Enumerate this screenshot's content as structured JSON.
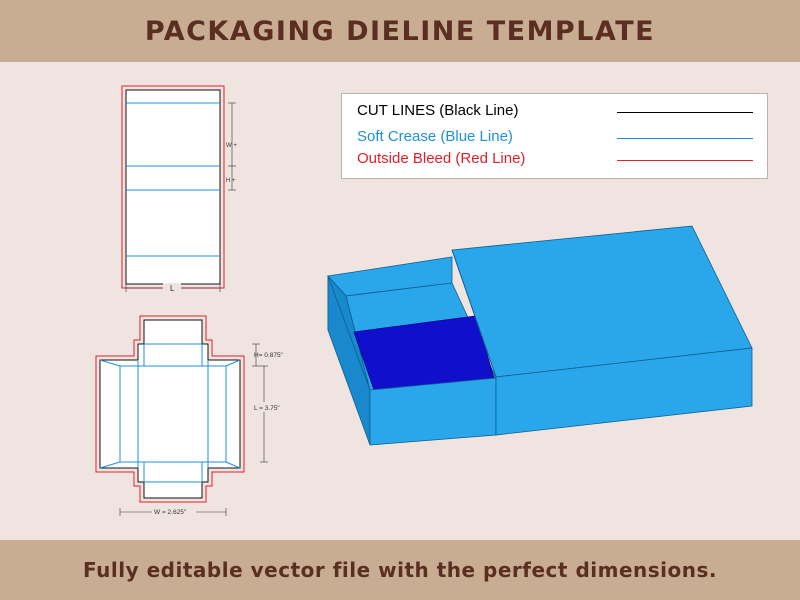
{
  "header": {
    "title": "PACKAGING DIELINE TEMPLATE"
  },
  "footer": {
    "text": "Fully editable vector file with the perfect dimensions."
  },
  "legend": {
    "items": [
      {
        "label": "CUT LINES (Black Line)",
        "color": "#000000"
      },
      {
        "label": "Soft Crease (Blue Line)",
        "color": "#1e90d8"
      },
      {
        "label": "Outside Bleed (Red Line)",
        "color": "#e0202a"
      }
    ]
  },
  "sleeve_dieline": {
    "w_label": "W +",
    "h_label": "H +",
    "l_label": "L"
  },
  "tray_dieline": {
    "h_label": "H= 0.875\"",
    "l_label": "L = 3.75\"",
    "w_label": "W = 2.625\""
  },
  "colors": {
    "banner": "#c9ad92",
    "banner_text": "#5a2f22",
    "background": "#efe4df",
    "box_light": "#2aa6ea",
    "box_dark": "#1a88cc",
    "tray_inside": "#1010cc"
  }
}
